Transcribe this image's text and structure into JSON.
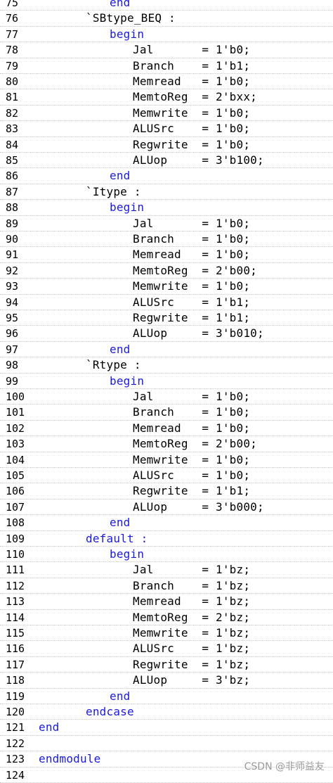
{
  "editor": {
    "lines": [
      {
        "n": "75",
        "indent": 3,
        "text": "end",
        "kw": true
      },
      {
        "n": "76",
        "indent": 2,
        "text": "`SBtype_BEQ :",
        "kw": false
      },
      {
        "n": "77",
        "indent": 3,
        "text": "begin",
        "kw": true
      },
      {
        "n": "78",
        "indent": 4,
        "text": "Jal       = 1'b0;",
        "kw": false
      },
      {
        "n": "79",
        "indent": 4,
        "text": "Branch    = 1'b1;",
        "kw": false
      },
      {
        "n": "80",
        "indent": 4,
        "text": "Memread   = 1'b0;",
        "kw": false
      },
      {
        "n": "81",
        "indent": 4,
        "text": "MemtoReg  = 2'bxx;",
        "kw": false
      },
      {
        "n": "82",
        "indent": 4,
        "text": "Memwrite  = 1'b0;",
        "kw": false
      },
      {
        "n": "83",
        "indent": 4,
        "text": "ALUSrc    = 1'b0;",
        "kw": false
      },
      {
        "n": "84",
        "indent": 4,
        "text": "Regwrite  = 1'b0;",
        "kw": false
      },
      {
        "n": "85",
        "indent": 4,
        "text": "ALUop     = 3'b100;",
        "kw": false
      },
      {
        "n": "86",
        "indent": 3,
        "text": "end",
        "kw": true
      },
      {
        "n": "87",
        "indent": 2,
        "text": "`Itype :",
        "kw": false
      },
      {
        "n": "88",
        "indent": 3,
        "text": "begin",
        "kw": true
      },
      {
        "n": "89",
        "indent": 4,
        "text": "Jal       = 1'b0;",
        "kw": false
      },
      {
        "n": "90",
        "indent": 4,
        "text": "Branch    = 1'b0;",
        "kw": false
      },
      {
        "n": "91",
        "indent": 4,
        "text": "Memread   = 1'b0;",
        "kw": false
      },
      {
        "n": "92",
        "indent": 4,
        "text": "MemtoReg  = 2'b00;",
        "kw": false
      },
      {
        "n": "93",
        "indent": 4,
        "text": "Memwrite  = 1'b0;",
        "kw": false
      },
      {
        "n": "94",
        "indent": 4,
        "text": "ALUSrc    = 1'b1;",
        "kw": false
      },
      {
        "n": "95",
        "indent": 4,
        "text": "Regwrite  = 1'b1;",
        "kw": false
      },
      {
        "n": "96",
        "indent": 4,
        "text": "ALUop     = 3'b010;",
        "kw": false
      },
      {
        "n": "97",
        "indent": 3,
        "text": "end",
        "kw": true
      },
      {
        "n": "98",
        "indent": 2,
        "text": "`Rtype :",
        "kw": false
      },
      {
        "n": "99",
        "indent": 3,
        "text": "begin",
        "kw": true
      },
      {
        "n": "100",
        "indent": 4,
        "text": "Jal       = 1'b0;",
        "kw": false
      },
      {
        "n": "101",
        "indent": 4,
        "text": "Branch    = 1'b0;",
        "kw": false
      },
      {
        "n": "102",
        "indent": 4,
        "text": "Memread   = 1'b0;",
        "kw": false
      },
      {
        "n": "103",
        "indent": 4,
        "text": "MemtoReg  = 2'b00;",
        "kw": false
      },
      {
        "n": "104",
        "indent": 4,
        "text": "Memwrite  = 1'b0;",
        "kw": false
      },
      {
        "n": "105",
        "indent": 4,
        "text": "ALUSrc    = 1'b0;",
        "kw": false
      },
      {
        "n": "106",
        "indent": 4,
        "text": "Regwrite  = 1'b1;",
        "kw": false
      },
      {
        "n": "107",
        "indent": 4,
        "text": "ALUop     = 3'b000;",
        "kw": false
      },
      {
        "n": "108",
        "indent": 3,
        "text": "end",
        "kw": true
      },
      {
        "n": "109",
        "indent": 2,
        "text": "default :",
        "kw": true
      },
      {
        "n": "110",
        "indent": 3,
        "text": "begin",
        "kw": true
      },
      {
        "n": "111",
        "indent": 4,
        "text": "Jal       = 1'bz;",
        "kw": false
      },
      {
        "n": "112",
        "indent": 4,
        "text": "Branch    = 1'bz;",
        "kw": false
      },
      {
        "n": "113",
        "indent": 4,
        "text": "Memread   = 1'bz;",
        "kw": false
      },
      {
        "n": "114",
        "indent": 4,
        "text": "MemtoReg  = 2'bz;",
        "kw": false
      },
      {
        "n": "115",
        "indent": 4,
        "text": "Memwrite  = 1'bz;",
        "kw": false
      },
      {
        "n": "116",
        "indent": 4,
        "text": "ALUSrc    = 1'bz;",
        "kw": false
      },
      {
        "n": "117",
        "indent": 4,
        "text": "Regwrite  = 1'bz;",
        "kw": false
      },
      {
        "n": "118",
        "indent": 4,
        "text": "ALUop     = 3'bz;",
        "kw": false
      },
      {
        "n": "119",
        "indent": 3,
        "text": "end",
        "kw": true
      },
      {
        "n": "120",
        "indent": 2,
        "text": "endcase",
        "kw": true
      },
      {
        "n": "121",
        "indent": 1,
        "text": "end",
        "kw": true
      },
      {
        "n": "122",
        "indent": 0,
        "text": "",
        "kw": false
      },
      {
        "n": "123",
        "indent": 0,
        "text": "endmodule",
        "kw": true
      },
      {
        "n": "124",
        "indent": 0,
        "text": "",
        "kw": false
      }
    ]
  },
  "watermark": "CSDN @非师益友",
  "colors": {
    "keyword": "#1a1ae6",
    "text": "#000000",
    "background": "#ffffff"
  }
}
